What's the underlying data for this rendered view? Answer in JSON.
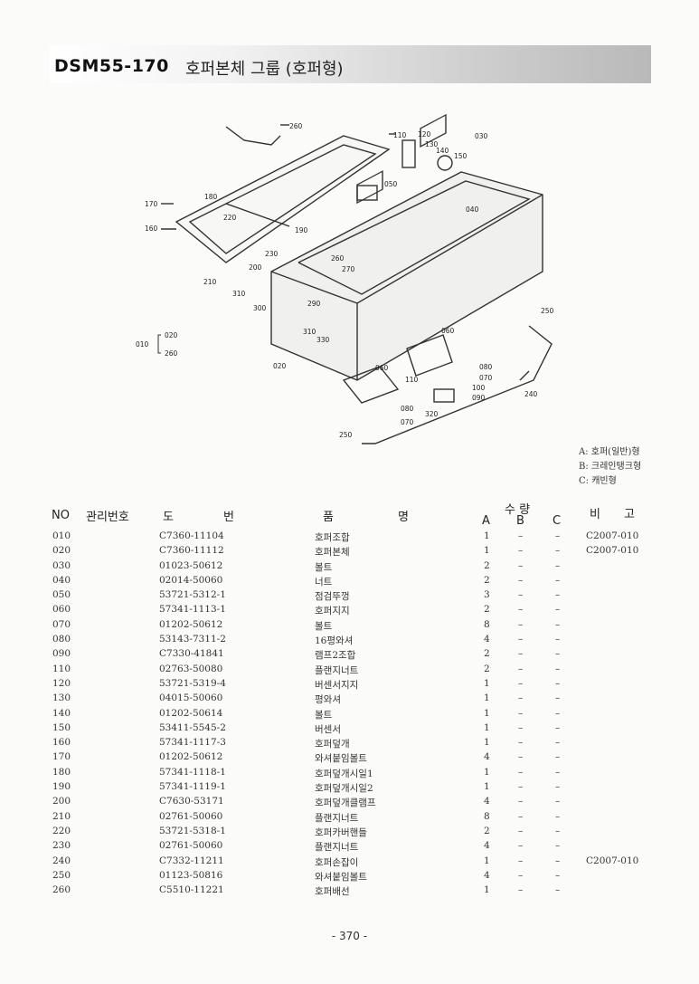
{
  "header": {
    "model": "DSM55-170",
    "title": "호퍼본체 그룹 (호퍼형)"
  },
  "diagram_labels": {
    "l260a": "260",
    "l110": "110",
    "l120": "120",
    "l130": "130",
    "l140": "140",
    "l030": "030",
    "l150": "150",
    "l050": "050",
    "l040": "040",
    "l170": "170",
    "l180": "180",
    "l220": "220",
    "l160": "160",
    "l190": "190",
    "l230": "230",
    "l260b": "260",
    "l270": "270",
    "l200": "200",
    "l210": "210",
    "l310a": "310",
    "l300": "300",
    "l290": "290",
    "l310b": "310",
    "l330": "330",
    "l250a": "250",
    "l060a": "060",
    "l080a": "080",
    "l070a": "070",
    "l020": "020",
    "l060b": "060",
    "l110b": "110",
    "l100": "100",
    "l090": "090",
    "l240": "240",
    "l080b": "080",
    "l320": "320",
    "l070b": "070",
    "l250b": "250",
    "k010": "010",
    "k020": "020",
    "k260": "260"
  },
  "legend": [
    "A: 호퍼(일반)형",
    "B: 크레인탱크형",
    "C: 캐빈형"
  ],
  "table": {
    "headers": {
      "no": "NO",
      "mgmt": "관리번호",
      "draw1": "도",
      "draw2": "번",
      "name1": "품",
      "name2": "명",
      "qty": "수  량",
      "a": "A",
      "b": "B",
      "c": "C",
      "note1": "비",
      "note2": "고"
    },
    "rows": [
      {
        "no": "010",
        "part": "C7360-11104",
        "name": "호퍼조합",
        "a": "1",
        "b": "–",
        "c": "–",
        "note": "C2007-010"
      },
      {
        "no": "020",
        "part": "C7360-11112",
        "name": "호퍼본체",
        "a": "1",
        "b": "–",
        "c": "–",
        "note": "C2007-010"
      },
      {
        "no": "030",
        "part": "01023-50612",
        "name": "볼트",
        "a": "2",
        "b": "–",
        "c": "–",
        "note": ""
      },
      {
        "no": "040",
        "part": "02014-50060",
        "name": "너트",
        "a": "2",
        "b": "–",
        "c": "–",
        "note": ""
      },
      {
        "no": "050",
        "part": "53721-5312-1",
        "name": "점검뚜껑",
        "a": "3",
        "b": "–",
        "c": "–",
        "note": ""
      },
      {
        "no": "060",
        "part": "57341-1113-1",
        "name": "호퍼지지",
        "a": "2",
        "b": "–",
        "c": "–",
        "note": ""
      },
      {
        "no": "070",
        "part": "01202-50612",
        "name": "볼트",
        "a": "8",
        "b": "–",
        "c": "–",
        "note": ""
      },
      {
        "no": "080",
        "part": "53143-7311-2",
        "name": "16평와셔",
        "a": "4",
        "b": "–",
        "c": "–",
        "note": ""
      },
      {
        "no": "090",
        "part": "C7330-41841",
        "name": "램프2조합",
        "a": "2",
        "b": "–",
        "c": "–",
        "note": ""
      },
      {
        "no": "110",
        "part": "02763-50080",
        "name": "플랜지너트",
        "a": "2",
        "b": "–",
        "c": "–",
        "note": ""
      },
      {
        "no": "120",
        "part": "53721-5319-4",
        "name": "버센서지지",
        "a": "1",
        "b": "–",
        "c": "–",
        "note": ""
      },
      {
        "no": "130",
        "part": "04015-50060",
        "name": "평와셔",
        "a": "1",
        "b": "–",
        "c": "–",
        "note": ""
      },
      {
        "no": "140",
        "part": "01202-50614",
        "name": "볼트",
        "a": "1",
        "b": "–",
        "c": "–",
        "note": ""
      },
      {
        "no": "150",
        "part": "53411-5545-2",
        "name": "버센서",
        "a": "1",
        "b": "–",
        "c": "–",
        "note": ""
      },
      {
        "no": "160",
        "part": "57341-1117-3",
        "name": "호퍼덮개",
        "a": "1",
        "b": "–",
        "c": "–",
        "note": ""
      },
      {
        "no": "170",
        "part": "01202-50612",
        "name": "와셔붙임볼트",
        "a": "4",
        "b": "–",
        "c": "–",
        "note": ""
      },
      {
        "no": "180",
        "part": "57341-1118-1",
        "name": "호퍼덮개시일1",
        "a": "1",
        "b": "–",
        "c": "–",
        "note": ""
      },
      {
        "no": "190",
        "part": "57341-1119-1",
        "name": "호퍼덮개시일2",
        "a": "1",
        "b": "–",
        "c": "–",
        "note": ""
      },
      {
        "no": "200",
        "part": "C7630-53171",
        "name": "호퍼덮개클램프",
        "a": "4",
        "b": "–",
        "c": "–",
        "note": ""
      },
      {
        "no": "210",
        "part": "02761-50060",
        "name": "플랜지너트",
        "a": "8",
        "b": "–",
        "c": "–",
        "note": ""
      },
      {
        "no": "220",
        "part": "53721-5318-1",
        "name": "호퍼카버핸들",
        "a": "2",
        "b": "–",
        "c": "–",
        "note": ""
      },
      {
        "no": "230",
        "part": "02761-50060",
        "name": "플랜지너트",
        "a": "4",
        "b": "–",
        "c": "–",
        "note": ""
      },
      {
        "no": "240",
        "part": "C7332-11211",
        "name": "호퍼손잡이",
        "a": "1",
        "b": "–",
        "c": "–",
        "note": "C2007-010"
      },
      {
        "no": "250",
        "part": "01123-50816",
        "name": "와셔붙임볼트",
        "a": "4",
        "b": "–",
        "c": "–",
        "note": ""
      },
      {
        "no": "260",
        "part": "C5510-11221",
        "name": "호퍼배선",
        "a": "1",
        "b": "–",
        "c": "–",
        "note": ""
      }
    ]
  },
  "page": {
    "number": "- 370 -"
  }
}
